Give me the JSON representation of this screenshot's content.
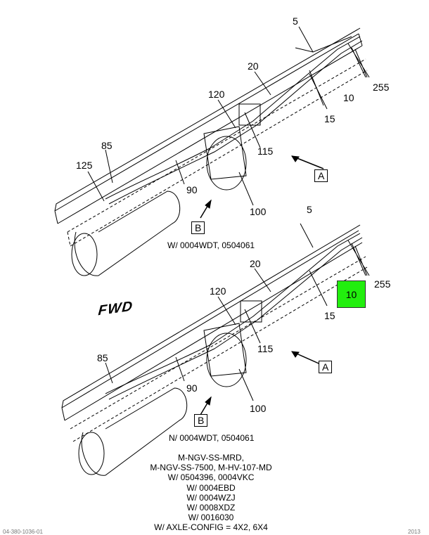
{
  "upper_view": {
    "callouts": [
      "5",
      "20",
      "255",
      "10",
      "120",
      "15",
      "115",
      "85",
      "125",
      "90",
      "100"
    ],
    "view_label": "A",
    "detail_label": "B",
    "caption": "W/ 0004WDT, 0504061"
  },
  "lower_view": {
    "callouts": [
      "5",
      "20",
      "255",
      "10",
      "120",
      "15",
      "115",
      "85",
      "90",
      "100"
    ],
    "view_label": "A",
    "detail_label": "B",
    "caption": "N/ 0004WDT, 0504061",
    "highlight_color": "#22ee0e"
  },
  "forward_marker": "FWD",
  "config_notes": [
    "M-NGV-SS-MRD,",
    "M-NGV-SS-7500, M-HV-107-MD",
    "W/ 0504396, 0004VKC",
    "W/ 0004EBD",
    "W/ 0004WZJ",
    "W/ 0008XDZ",
    "W/ 0016030",
    "W/ AXLE-CONFIG = 4X2, 6X4"
  ],
  "corner_marks": [
    "04-380-1036-01",
    "2013"
  ]
}
